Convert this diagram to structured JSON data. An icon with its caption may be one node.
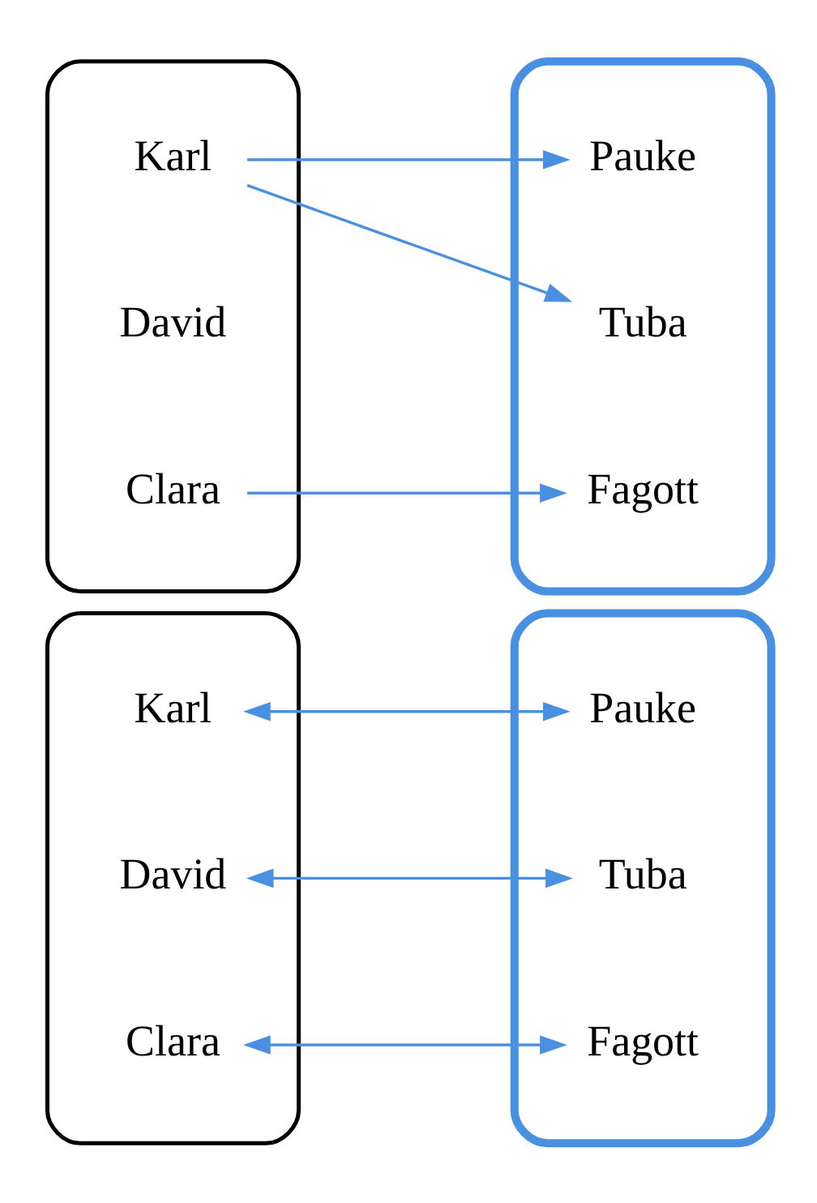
{
  "diagram": {
    "nodes": [
      {
        "text": [],
        "shape": "cloud"
      },
      {
        "text": [
          "Karl"
        ],
        "in": 0
      },
      {
        "text": [
          "David"
        ],
        "in": 0
      },
      {
        "text": [
          "Clara"
        ],
        "in": 0
      },
      {
        "text": [],
        "shape": "cloud"
      },
      {
        "text": [
          "Pauke"
        ],
        "in": 4
      },
      {
        "text": [
          "Tuba"
        ],
        "in": 4
      },
      {
        "text": [
          "Fagott"
        ],
        "in": 4
      },
      {
        "text": [],
        "shape": "cloud"
      },
      {
        "text": [
          "Karl"
        ],
        "in": 8
      },
      {
        "text": [
          "David"
        ],
        "in": 8
      },
      {
        "text": [
          "Clara"
        ],
        "in": 8
      },
      {
        "text": [],
        "shape": "cloud"
      },
      {
        "text": [
          "Pauke"
        ],
        "in": 12
      },
      {
        "text": [
          "Tuba"
        ],
        "in": 12
      },
      {
        "text": [
          "Fagott"
        ],
        "in": 12
      }
    ],
    "edges": [
      {
        "from": 1,
        "to": 5,
        "arrow": "to"
      },
      {
        "from": 1,
        "to": 6,
        "arrow": "to"
      },
      {
        "from": 3,
        "to": 7,
        "arrow": "to"
      },
      {
        "from": 9,
        "to": 13,
        "arrow": "both"
      },
      {
        "from": 10,
        "to": 14,
        "arrow": "both"
      },
      {
        "from": 11,
        "to": 15,
        "arrow": "both"
      }
    ]
  }
}
